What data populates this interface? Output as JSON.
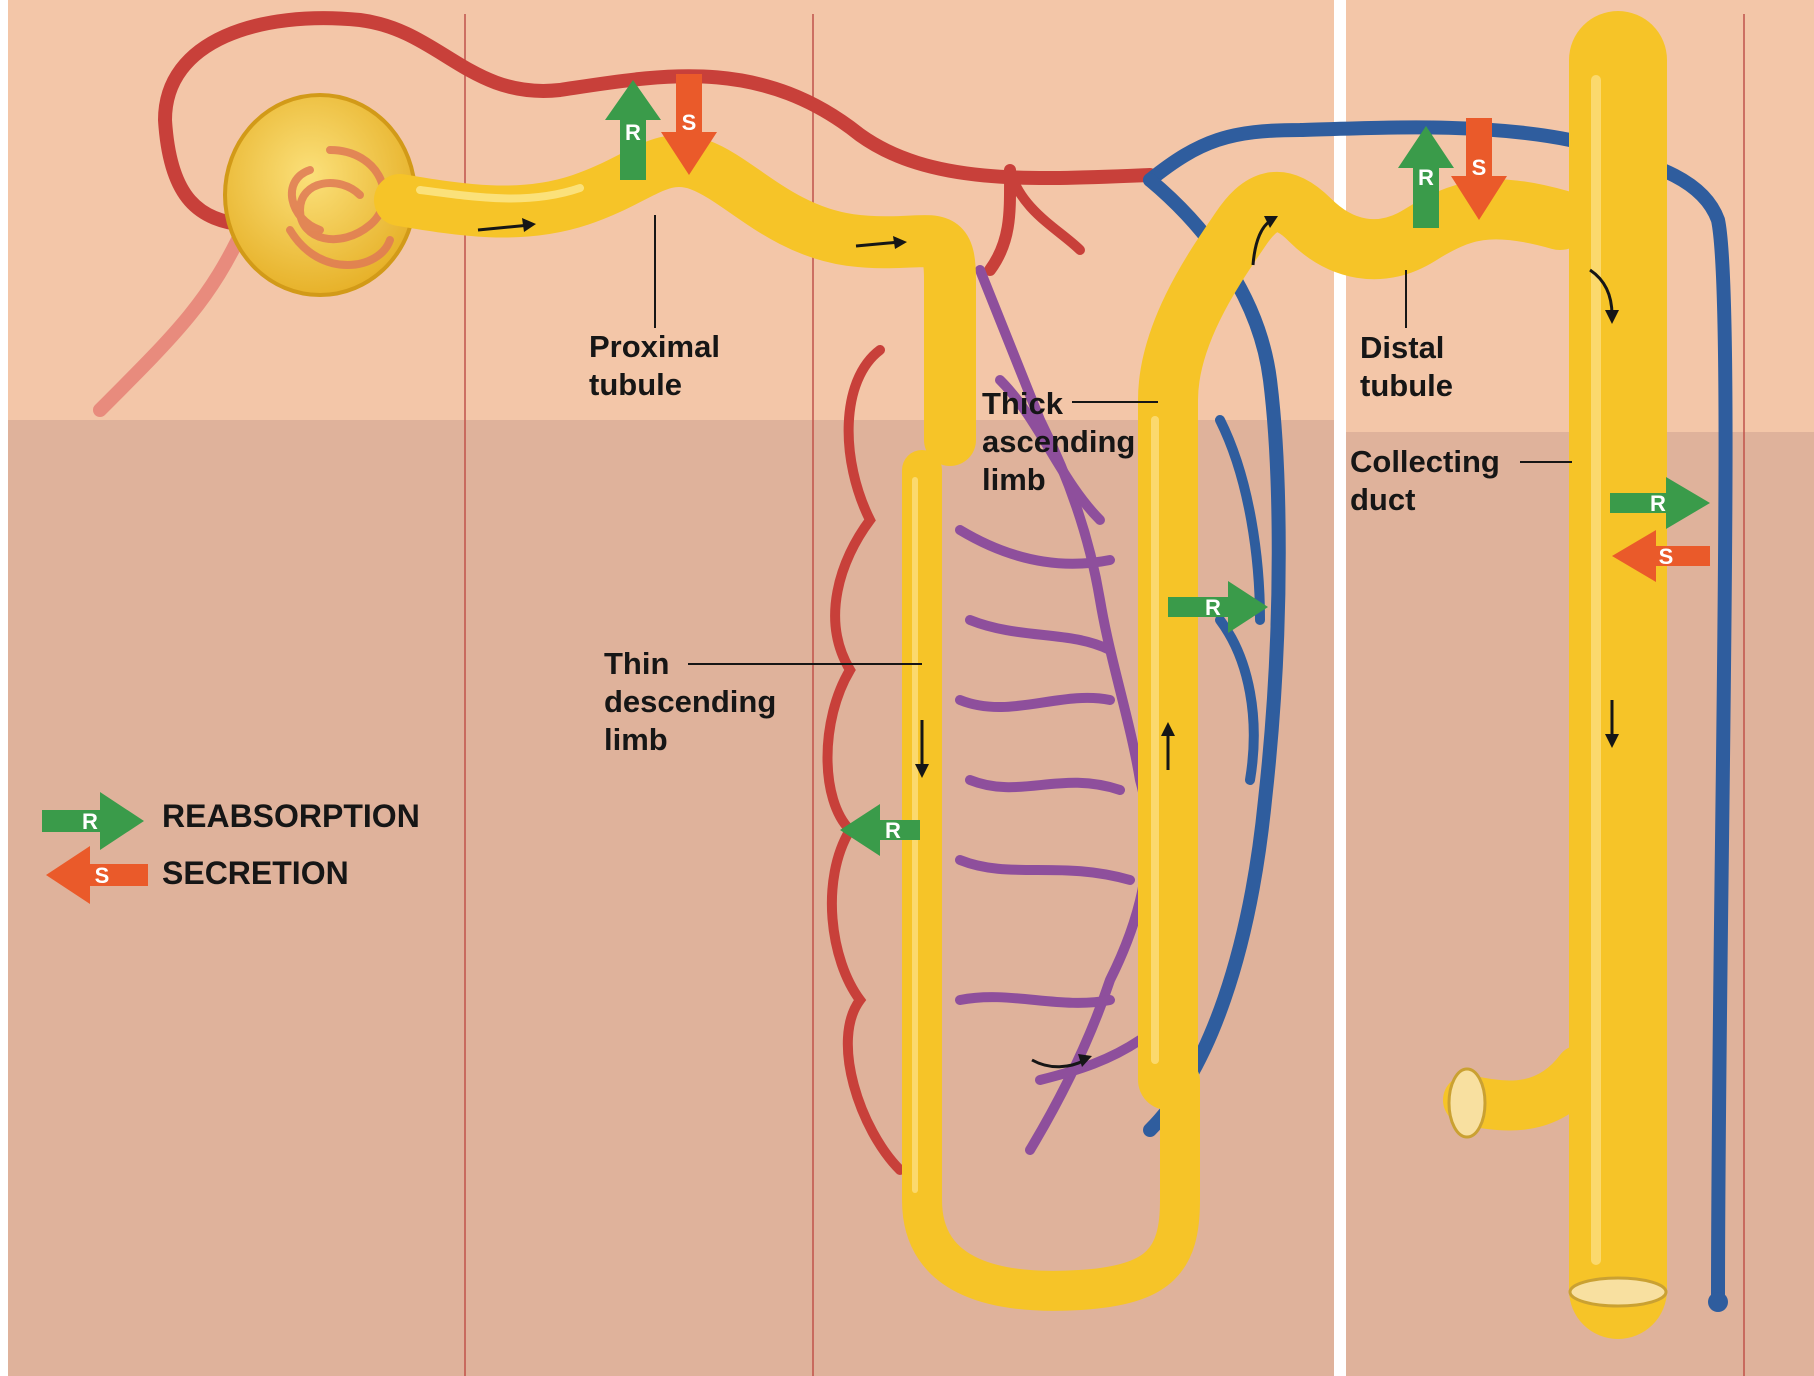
{
  "labels": {
    "proximal_1": "Proximal",
    "proximal_2": "tubule",
    "thick_1": "Thick",
    "thick_2": "ascending",
    "thick_3": "limb",
    "thin_1": "Thin",
    "thin_2": "descending",
    "thin_3": "limb",
    "distal_1": "Distal",
    "distal_2": "tubule",
    "collecting_1": "Collecting",
    "collecting_2": "duct"
  },
  "legend": {
    "reabsorption": "REABSORPTION",
    "secretion": "SECRETION"
  },
  "arrow_letters": {
    "r": "R",
    "s": "S"
  },
  "colors": {
    "cortex_bg": "#f3c6a8",
    "medulla_bg": "#e0b39c",
    "tubule": "#f6c428",
    "artery": "#c8403a",
    "vein": "#2f5d9e",
    "capillary": "#8e4f9c",
    "reabsorption_arrow": "#3a9b4a",
    "secretion_arrow": "#ea5a2a"
  }
}
